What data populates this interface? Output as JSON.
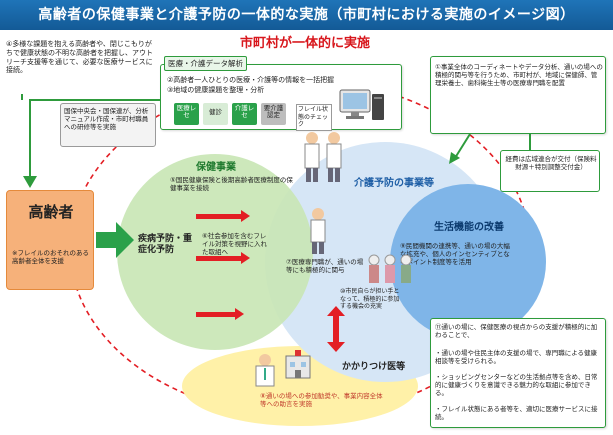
{
  "title": "高齢者の保健事業と介護予防の一体的な実施（市町村における実施のイメージ図）",
  "municipality_label": "市町村が一体的に実施",
  "note4": "④多様な課題を抱える高齢者や、閉じこもりがちで健康状態の不明な高齢者を把握し、アウトリーチ支援等を通じて、必要な医療サービスに接続。",
  "data_analysis": {
    "tab": "医療・介護データ解析",
    "line2": "②高齢者一人ひとりの医療・介護等の情報を一括把握",
    "line3": "③地域の健康課題を整理・分析",
    "chips": [
      "医療レセ",
      "健診",
      "介護レセ",
      "要介護認定",
      "フレイル状態のチェック"
    ]
  },
  "national_support": "国保中央会・国保連が、分析マニュアル作成・市町村職員への研修等を実施",
  "note1": "①事業全体のコーディネートやデータ分析、通いの場への積極的関与等を行うため、市町村が、地域に保健師、管理栄養士、歯科衛生士等の医療専門職を配置",
  "funding": "経費は広域連合が交付（保険料財源＋特別調整交付金）",
  "elderly": {
    "title": "高齢者",
    "note": "※フレイルのおそれのある高齢者全体を支援"
  },
  "health_program": {
    "title": "保健事業",
    "note5": "⑤国民健康保険と後期高齢者医療制度の保健事業を接続",
    "disease_title": "疾病予防・重症化予防"
  },
  "care_program": {
    "title": "介護予防の事業等"
  },
  "note6": "⑥社会参加を含むフレイル対策を視野に入れた取組へ",
  "note7": "⑦医療専門職が、通いの場等にも積極的に関与",
  "note10": "⑩市民自らが担い手となって、積極的に参加する機会の充実",
  "life_improvement": {
    "title": "生活機能の改善",
    "note9": "⑨民間機関の連携等、通いの場の大幅な拡充や、個人のインセンティブとなるポイント制度等を活用"
  },
  "doctor": {
    "title": "かかりつけ医等",
    "note8": "⑧通いの場への参加勧奨や、事業内容全体等への助言を実施"
  },
  "note11": {
    "head": "⑪通いの場に、保健医療の視点からの支援が積極的に加わることで、",
    "items": [
      "・通いの場や住民主体の支援の場で、専門職による健康相談等を受けられる。",
      "・ショッピングセンターなどの生活拠点等を含め、日常的に健康づくりを意識できる魅力的な取組に参加できる。",
      "・フレイル状態にある者等を、適切に医療サービスに接続。"
    ]
  },
  "colors": {
    "banner": "#1f74b8",
    "accent_red": "#e31e24",
    "green": "#2e9b3c",
    "health_circle": "#c9e6b5",
    "care_circle": "#d6e6f6",
    "life_circle": "#7fb5e8",
    "doctor_ellipse": "#fff1a8",
    "elderly_box": "#f6b17a"
  }
}
